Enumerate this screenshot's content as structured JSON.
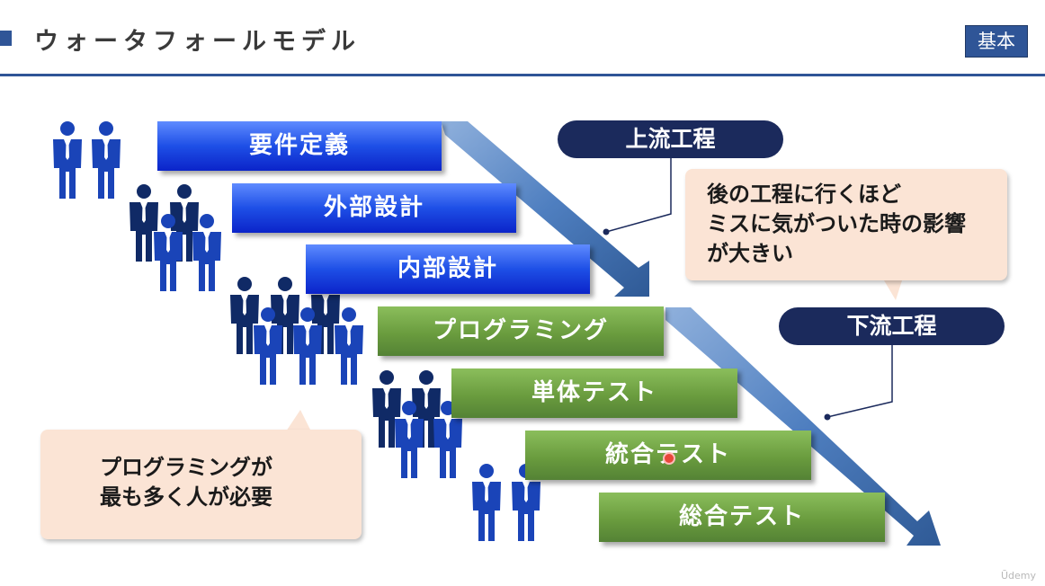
{
  "header": {
    "title": "ウォータフォールモデル",
    "badge": "基本"
  },
  "stages": [
    {
      "label": "要件定義",
      "color": "blue"
    },
    {
      "label": "外部設計",
      "color": "blue"
    },
    {
      "label": "内部設計",
      "color": "blue"
    },
    {
      "label": "プログラミング",
      "color": "green"
    },
    {
      "label": "単体テスト",
      "color": "green"
    },
    {
      "label": "統合テスト",
      "color": "green"
    },
    {
      "label": "総合テスト",
      "color": "green"
    }
  ],
  "labels": {
    "upstream": "上流工程",
    "downstream": "下流工程"
  },
  "notes": {
    "impact": [
      "後の工程に行くほど",
      "ミスに気がついた時の影響",
      "が大きい"
    ],
    "staffing": [
      "プログラミングが",
      "最も多く人が必要"
    ]
  },
  "watermark": "Ūdemy",
  "colors": {
    "accent": "#2f5597",
    "pill": "#1b2a5c",
    "note_bg": "#fbe4d5",
    "blue_stage": "#1e4fe6",
    "green_stage": "#6a9c3e"
  }
}
